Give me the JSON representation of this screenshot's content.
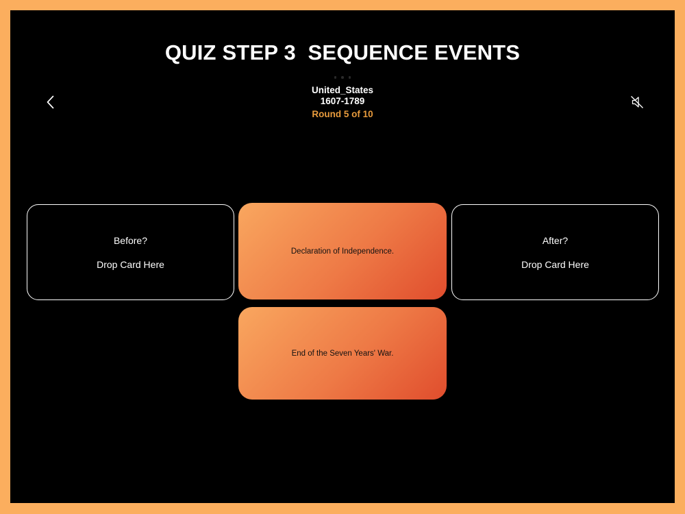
{
  "frame": {
    "border_color": "#FBAE5E",
    "stage_background": "#000000"
  },
  "title": "QUIZ STEP 3  SEQUENCE EVENTS",
  "header": {
    "back_icon": "chevron-left",
    "mute_icon": "speaker-muted",
    "more_dots_icon": "three-dots-ellipsis",
    "deck_name": "United_States",
    "deck_range": "1607-1789",
    "round_label": "Round 5 of 10",
    "round_color": "#E89B3D"
  },
  "drop_zones": {
    "before": {
      "title": "Before?",
      "hint": "Drop Card Here"
    },
    "after": {
      "title": "After?",
      "hint": "Drop Card Here"
    }
  },
  "cards": {
    "anchor_event": "Declaration of Independence.",
    "draggable_event": "End of the Seven Years' War.",
    "gradient_start": "#F9A75F",
    "gradient_end": "#E04D2D"
  }
}
